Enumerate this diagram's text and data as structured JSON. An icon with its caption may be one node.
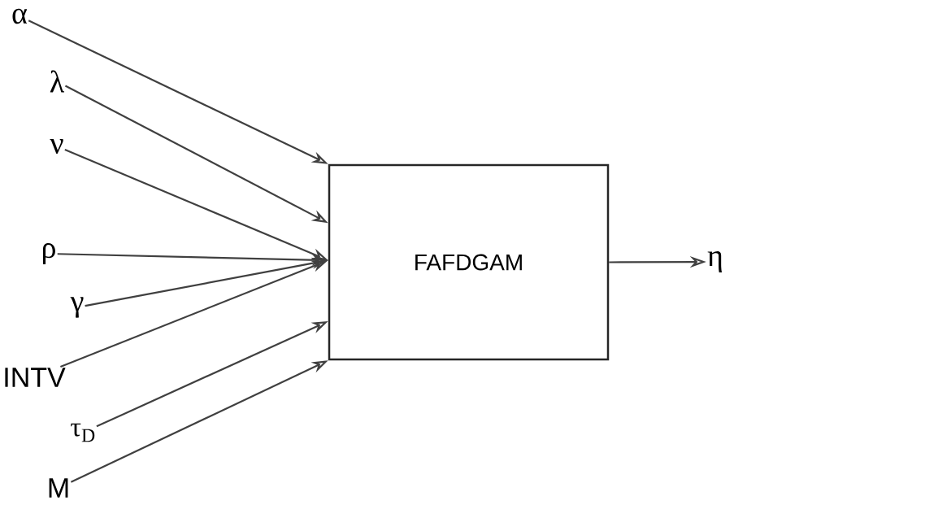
{
  "diagram": {
    "nodes": [
      {
        "text": [
          "α"
        ]
      },
      {
        "text": [
          "λ"
        ]
      },
      {
        "text": [
          "ν"
        ]
      },
      {
        "text": [
          "ρ"
        ]
      },
      {
        "text": [
          "γ"
        ]
      },
      {
        "text": [
          "INTV"
        ]
      },
      {
        "text": [
          "τ$_{D}$"
        ]
      },
      {
        "text": [
          "M"
        ]
      },
      {
        "text": [
          "FAFDGAM"
        ]
      },
      {
        "text": [
          "η"
        ]
      }
    ],
    "edges": [
      {
        "from": 0,
        "to": 8,
        "arrow": "to"
      },
      {
        "from": 1,
        "to": 8,
        "arrow": "to"
      },
      {
        "from": 2,
        "to": 8,
        "arrow": "to"
      },
      {
        "from": 3,
        "to": 8,
        "arrow": "to"
      },
      {
        "from": 4,
        "to": 8,
        "arrow": "to"
      },
      {
        "from": 5,
        "to": 8,
        "arrow": "to"
      },
      {
        "from": 6,
        "to": 8,
        "arrow": "to"
      },
      {
        "from": 7,
        "to": 8,
        "arrow": "to"
      },
      {
        "from": 8,
        "to": 9,
        "arrow": "to"
      }
    ]
  }
}
